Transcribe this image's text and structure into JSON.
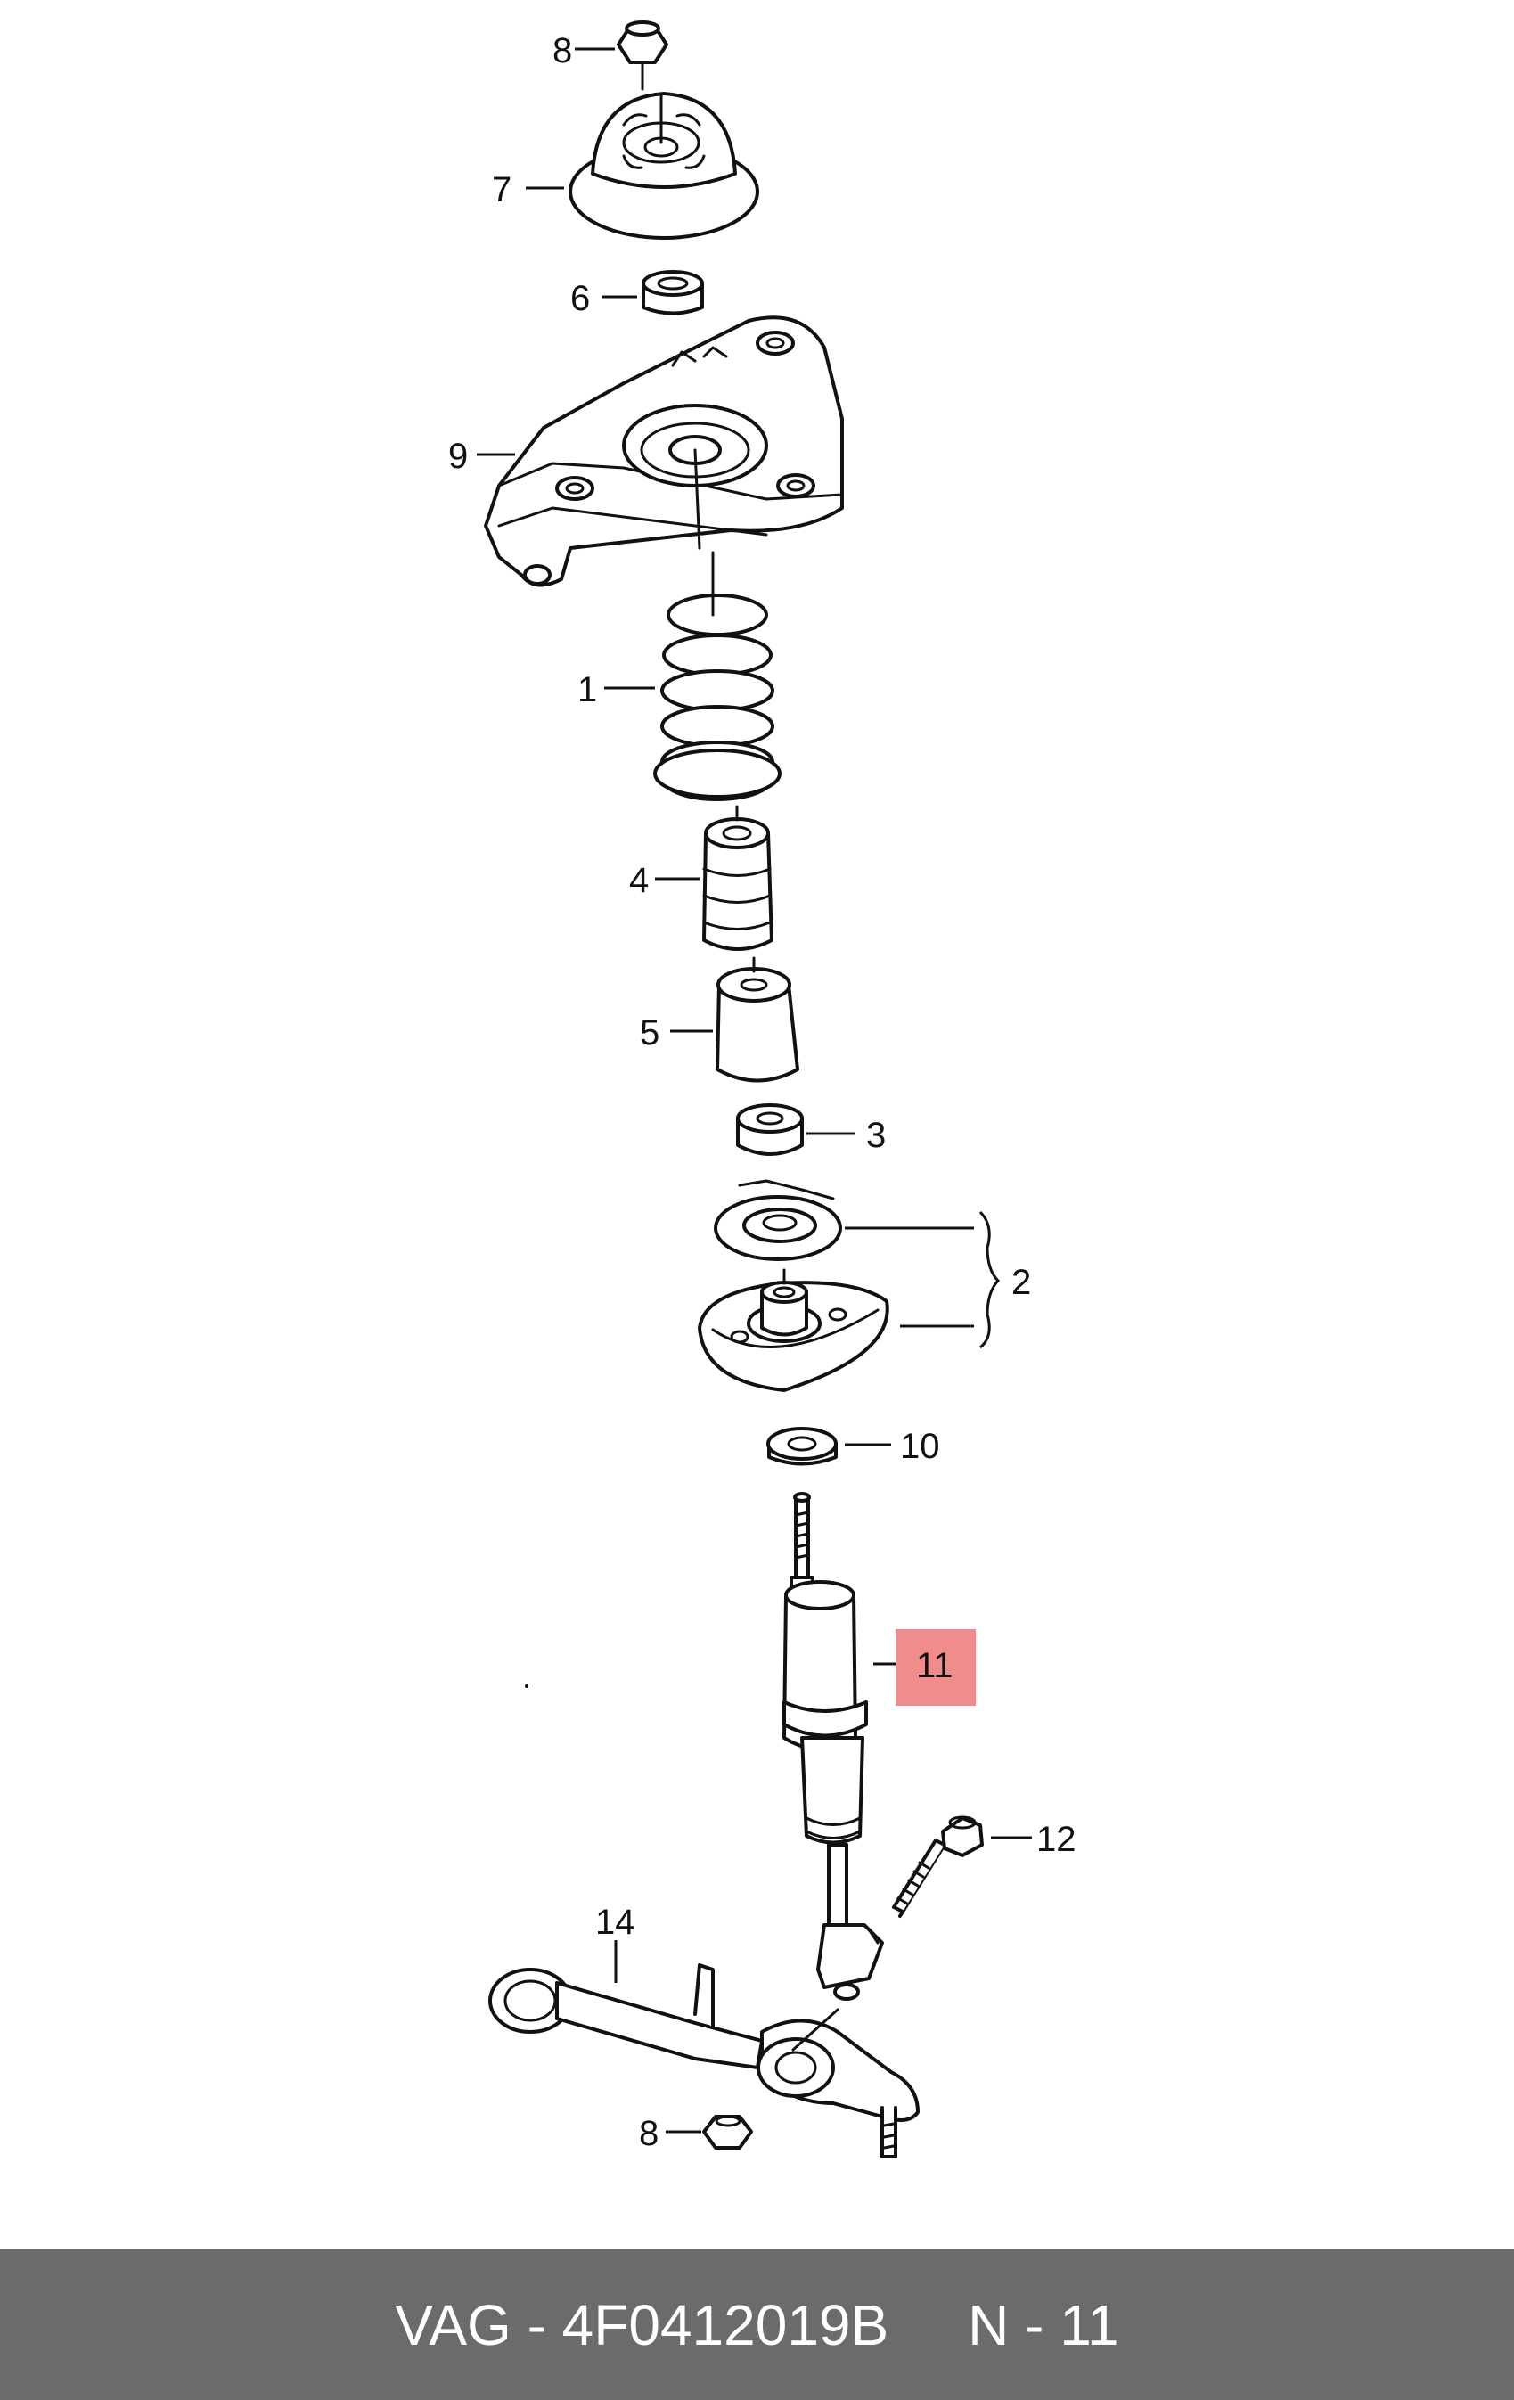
{
  "callouts": {
    "c1": "1",
    "c2": "2",
    "c3": "3",
    "c4": "4",
    "c5": "5",
    "c6": "6",
    "c7": "7",
    "c8_top": "8",
    "c8_bottom": "8",
    "c9": "9",
    "c10": "10",
    "c11": "11",
    "c12": "12",
    "c14": "14"
  },
  "highlight": {
    "part": "11",
    "color": "#f08c8c"
  },
  "footer": {
    "text": "VAG - 4F0412019B     N - 11"
  }
}
